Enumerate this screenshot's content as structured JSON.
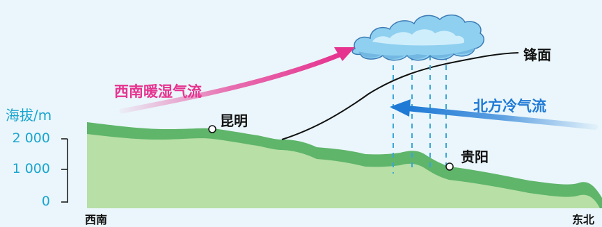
{
  "axis": {
    "title": "海拔/m",
    "ticks": [
      "2 000",
      "1 000",
      "0"
    ]
  },
  "directions": {
    "left": "西南",
    "right": "东北"
  },
  "places": {
    "kunming": "昆明",
    "guiyang": "贵阳"
  },
  "airflows": {
    "warm": "西南暖湿气流",
    "cold": "北方冷气流"
  },
  "front_label": "锋面",
  "colors": {
    "background": "#eaf6fb",
    "terrain_fill": "#b7dfa6",
    "terrain_edge": "#5fb56a",
    "warm_arrow": "#e6338f",
    "cold_arrow": "#1f7ad6",
    "axis": "#1aa5cf",
    "rain": "#3aa6d8"
  }
}
